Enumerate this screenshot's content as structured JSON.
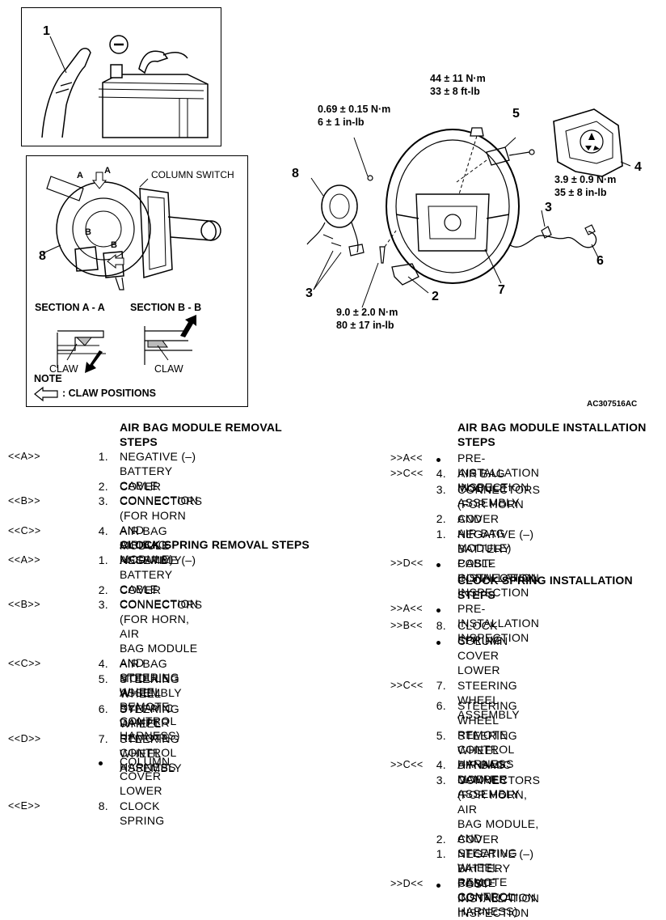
{
  "figure": {
    "battery_callouts": {
      "one": "1"
    },
    "switch_labels": {
      "a1": "A",
      "a2": "A",
      "b": "B",
      "b2": "B",
      "column_switch": "COLUMN SWITCH",
      "eight": "8"
    },
    "section_a": "SECTION A - A",
    "section_b": "SECTION B - B",
    "claw_a": "CLAW",
    "claw_b": "CLAW",
    "note": "NOTE",
    "note_text": ": CLAW POSITIONS",
    "torque_top": "44 ± 11 N·m\n33 ± 8 ft-lb",
    "torque_left": "0.69 ± 0.15 N·m\n6 ± 1 in-lb",
    "torque_right": "3.9 ± 0.9 N·m\n35 ± 8 in-lb",
    "torque_bottom": "9.0 ± 2.0 N·m\n80 ± 17 in-lb",
    "callouts": {
      "c2": "2",
      "c3a": "3",
      "c3b": "3",
      "c4": "4",
      "c5": "5",
      "c6": "6",
      "c7": "7",
      "c8": "8"
    },
    "figure_code": "AC307516AC"
  },
  "removal": {
    "airbag_title": "AIR BAG MODULE REMOVAL\nSTEPS",
    "clock_title": "CLOCK SPRING REMOVAL STEPS",
    "rows": [
      {
        "ref": "<<A>>",
        "num": "1.",
        "text": "NEGATIVE (–) BATTERY CABLE\nCONNECTION"
      },
      {
        "ref": "",
        "num": "2.",
        "text": "COVER"
      },
      {
        "ref": "<<B>>",
        "num": "3.",
        "text": "CONNECTORS (FOR HORN AND\nAIR BAG MODULE)"
      },
      {
        "ref": "<<C>>",
        "num": "4.",
        "text": "AIR BAG MODULE ASSEMBLY"
      },
      {
        "ref": "<<A>>",
        "num": "1.",
        "text": "NEGATIVE (–) BATTERY CABLE\nCONNECTION"
      },
      {
        "ref": "",
        "num": "2.",
        "text": "COVER"
      },
      {
        "ref": "<<B>>",
        "num": "3.",
        "text": "CONNECTORS (FOR HORN, AIR\nBAG MODULE AND STEERING\nWHEEL REMOTE CONTROL\nHARNESS)"
      },
      {
        "ref": "<<C>>",
        "num": "4.",
        "text": "AIR BAG MODULE ASSEMBLY"
      },
      {
        "ref": "",
        "num": "5.",
        "text": "STEERING WHEEL DYNAMIC\nDAMPER"
      },
      {
        "ref": "",
        "num": "6.",
        "text": "STEERING WHEEL REMOTE\nCONTROL HARNESS"
      },
      {
        "ref": "<<D>>",
        "num": "7.",
        "text": "STEERING WHEEL ASSEMBLY"
      },
      {
        "ref": "",
        "num": "•",
        "text": "COLUMN COVER LOWER"
      },
      {
        "ref": "<<E>>",
        "num": "8.",
        "text": "CLOCK SPRING"
      }
    ]
  },
  "installation": {
    "airbag_title": "AIR BAG MODULE INSTALLATION\nSTEPS",
    "clock_title": "CLOCK SPRING INSTALLATION\nSTEPS",
    "rows": [
      {
        "ref": ">>A<<",
        "num": "•",
        "text": "PRE-INSTALLATION INSPECTION"
      },
      {
        "ref": ">>C<<",
        "num": "4.",
        "text": "AIR BAG MODULE ASSEMBLY"
      },
      {
        "ref": "",
        "num": "3.",
        "text": "CONNECTORS (FOR HORN AND\nAIR BAG MODULE)"
      },
      {
        "ref": "",
        "num": "2.",
        "text": "COVER"
      },
      {
        "ref": "",
        "num": "1.",
        "text": "NEGATIVE (–) BATTERY CABLE\nCONNECTION"
      },
      {
        "ref": ">>D<<",
        "num": "•",
        "text": "POST-INSTALLATION INSPECTION"
      },
      {
        "ref": ">>A<<",
        "num": "•",
        "text": "PRE-INSTALLATION INSPECTION"
      },
      {
        "ref": ">>B<<",
        "num": "8.",
        "text": "CLOCK SPRING"
      },
      {
        "ref": "",
        "num": "•",
        "text": "COLUMN COVER LOWER"
      },
      {
        "ref": ">>C<<",
        "num": "7.",
        "text": "STEERING WHEEL ASSEMBLY"
      },
      {
        "ref": "",
        "num": "6.",
        "text": "STEERING WHEEL REMOTE\nCONTROL HARNESS"
      },
      {
        "ref": "",
        "num": "5.",
        "text": "STEERING WHEEL DYNAMIC\nDAMPER"
      },
      {
        "ref": ">>C<<",
        "num": "4.",
        "text": "AIR BAG MODULE ASSEMBLY"
      },
      {
        "ref": "",
        "num": "3.",
        "text": "CONNECTORS (FOR HORN, AIR\nBAG MODULE, AND STEERING\nWHEEL REMOTE CONTROL\nHARNESS)"
      },
      {
        "ref": "",
        "num": "2.",
        "text": "COVER"
      },
      {
        "ref": "",
        "num": "1.",
        "text": "NEGATIVE (–) BATTERY CABLE\nCONNECTION"
      },
      {
        "ref": ">>D<<",
        "num": "•",
        "text": "POST-INSTALLATION INSPECTION"
      }
    ]
  }
}
